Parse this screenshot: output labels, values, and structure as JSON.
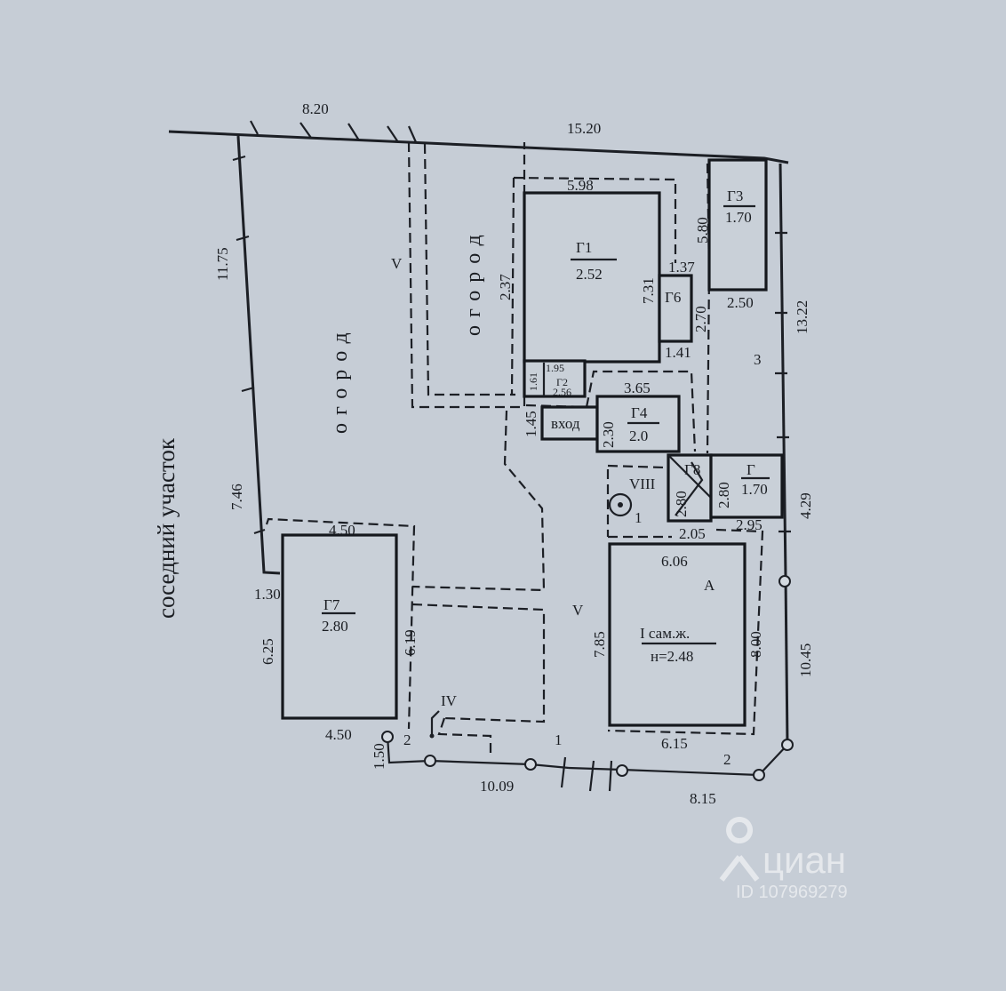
{
  "neighbor_label": "соседний участок",
  "dimensions": {
    "top_left": "8.20",
    "top_right": "15.20",
    "left_upper": "11.75",
    "left_lower": "7.46",
    "left_jog": "1.30",
    "g7_left": "6.25",
    "g7_top": "4.50",
    "g7_bottom": "4.50",
    "g7_right": "6.19",
    "bottom_small": "1.50",
    "bottom_left": "10.09",
    "bottom_right": "8.15",
    "right_lower": "10.45",
    "right_mid": "4.29",
    "right_upper": "13.22",
    "g1_top": "5.98",
    "g1_left": "2.37",
    "g1_right": "7.31",
    "g6_top": "1.37",
    "g6_right": "2.70",
    "g6_bottom": "1.41",
    "g2_top": "1.95",
    "g2_left": "1.61",
    "porch_height": "1.45",
    "g4_top": "3.65",
    "g4_left": "2.30",
    "g3_left": "5.80",
    "g3_bottom": "2.50",
    "g8_left": "2.80",
    "g9_left": "2.80",
    "g9_bottom": "2.95",
    "mid_205": "2.05",
    "a_top": "6.06",
    "a_left": "7.85",
    "a_right": "8.00",
    "a_bottom": "6.15"
  },
  "labels": {
    "garden": "огород",
    "v": "V",
    "iv": "IV",
    "viii": "VIII",
    "yard_3": "3",
    "gate_1": "1",
    "fence_2a": "2",
    "fence_2b": "2",
    "well_1": "1",
    "letter_a": "А",
    "entrance": "вход"
  },
  "buildings": {
    "g1": {
      "name": "Г1",
      "height": "2.52"
    },
    "g2": {
      "name": "Г2",
      "height": "2.56"
    },
    "g3": {
      "name": "Г3",
      "height": "1.70"
    },
    "g4": {
      "name": "Г4",
      "height": "2.0"
    },
    "g6": {
      "name": "Г6"
    },
    "g7": {
      "name": "Г7",
      "height": "2.80"
    },
    "g8": {
      "name": "Г8"
    },
    "g9": {
      "name": "Г",
      "height": "1.70"
    },
    "house": {
      "name": "I сам.ж.",
      "height": "н=2.48"
    }
  },
  "watermark": {
    "brand": "циан",
    "id": "ID 107969279"
  },
  "colors": {
    "paper": "#c6cdd6",
    "ink": "#1c1f25"
  }
}
